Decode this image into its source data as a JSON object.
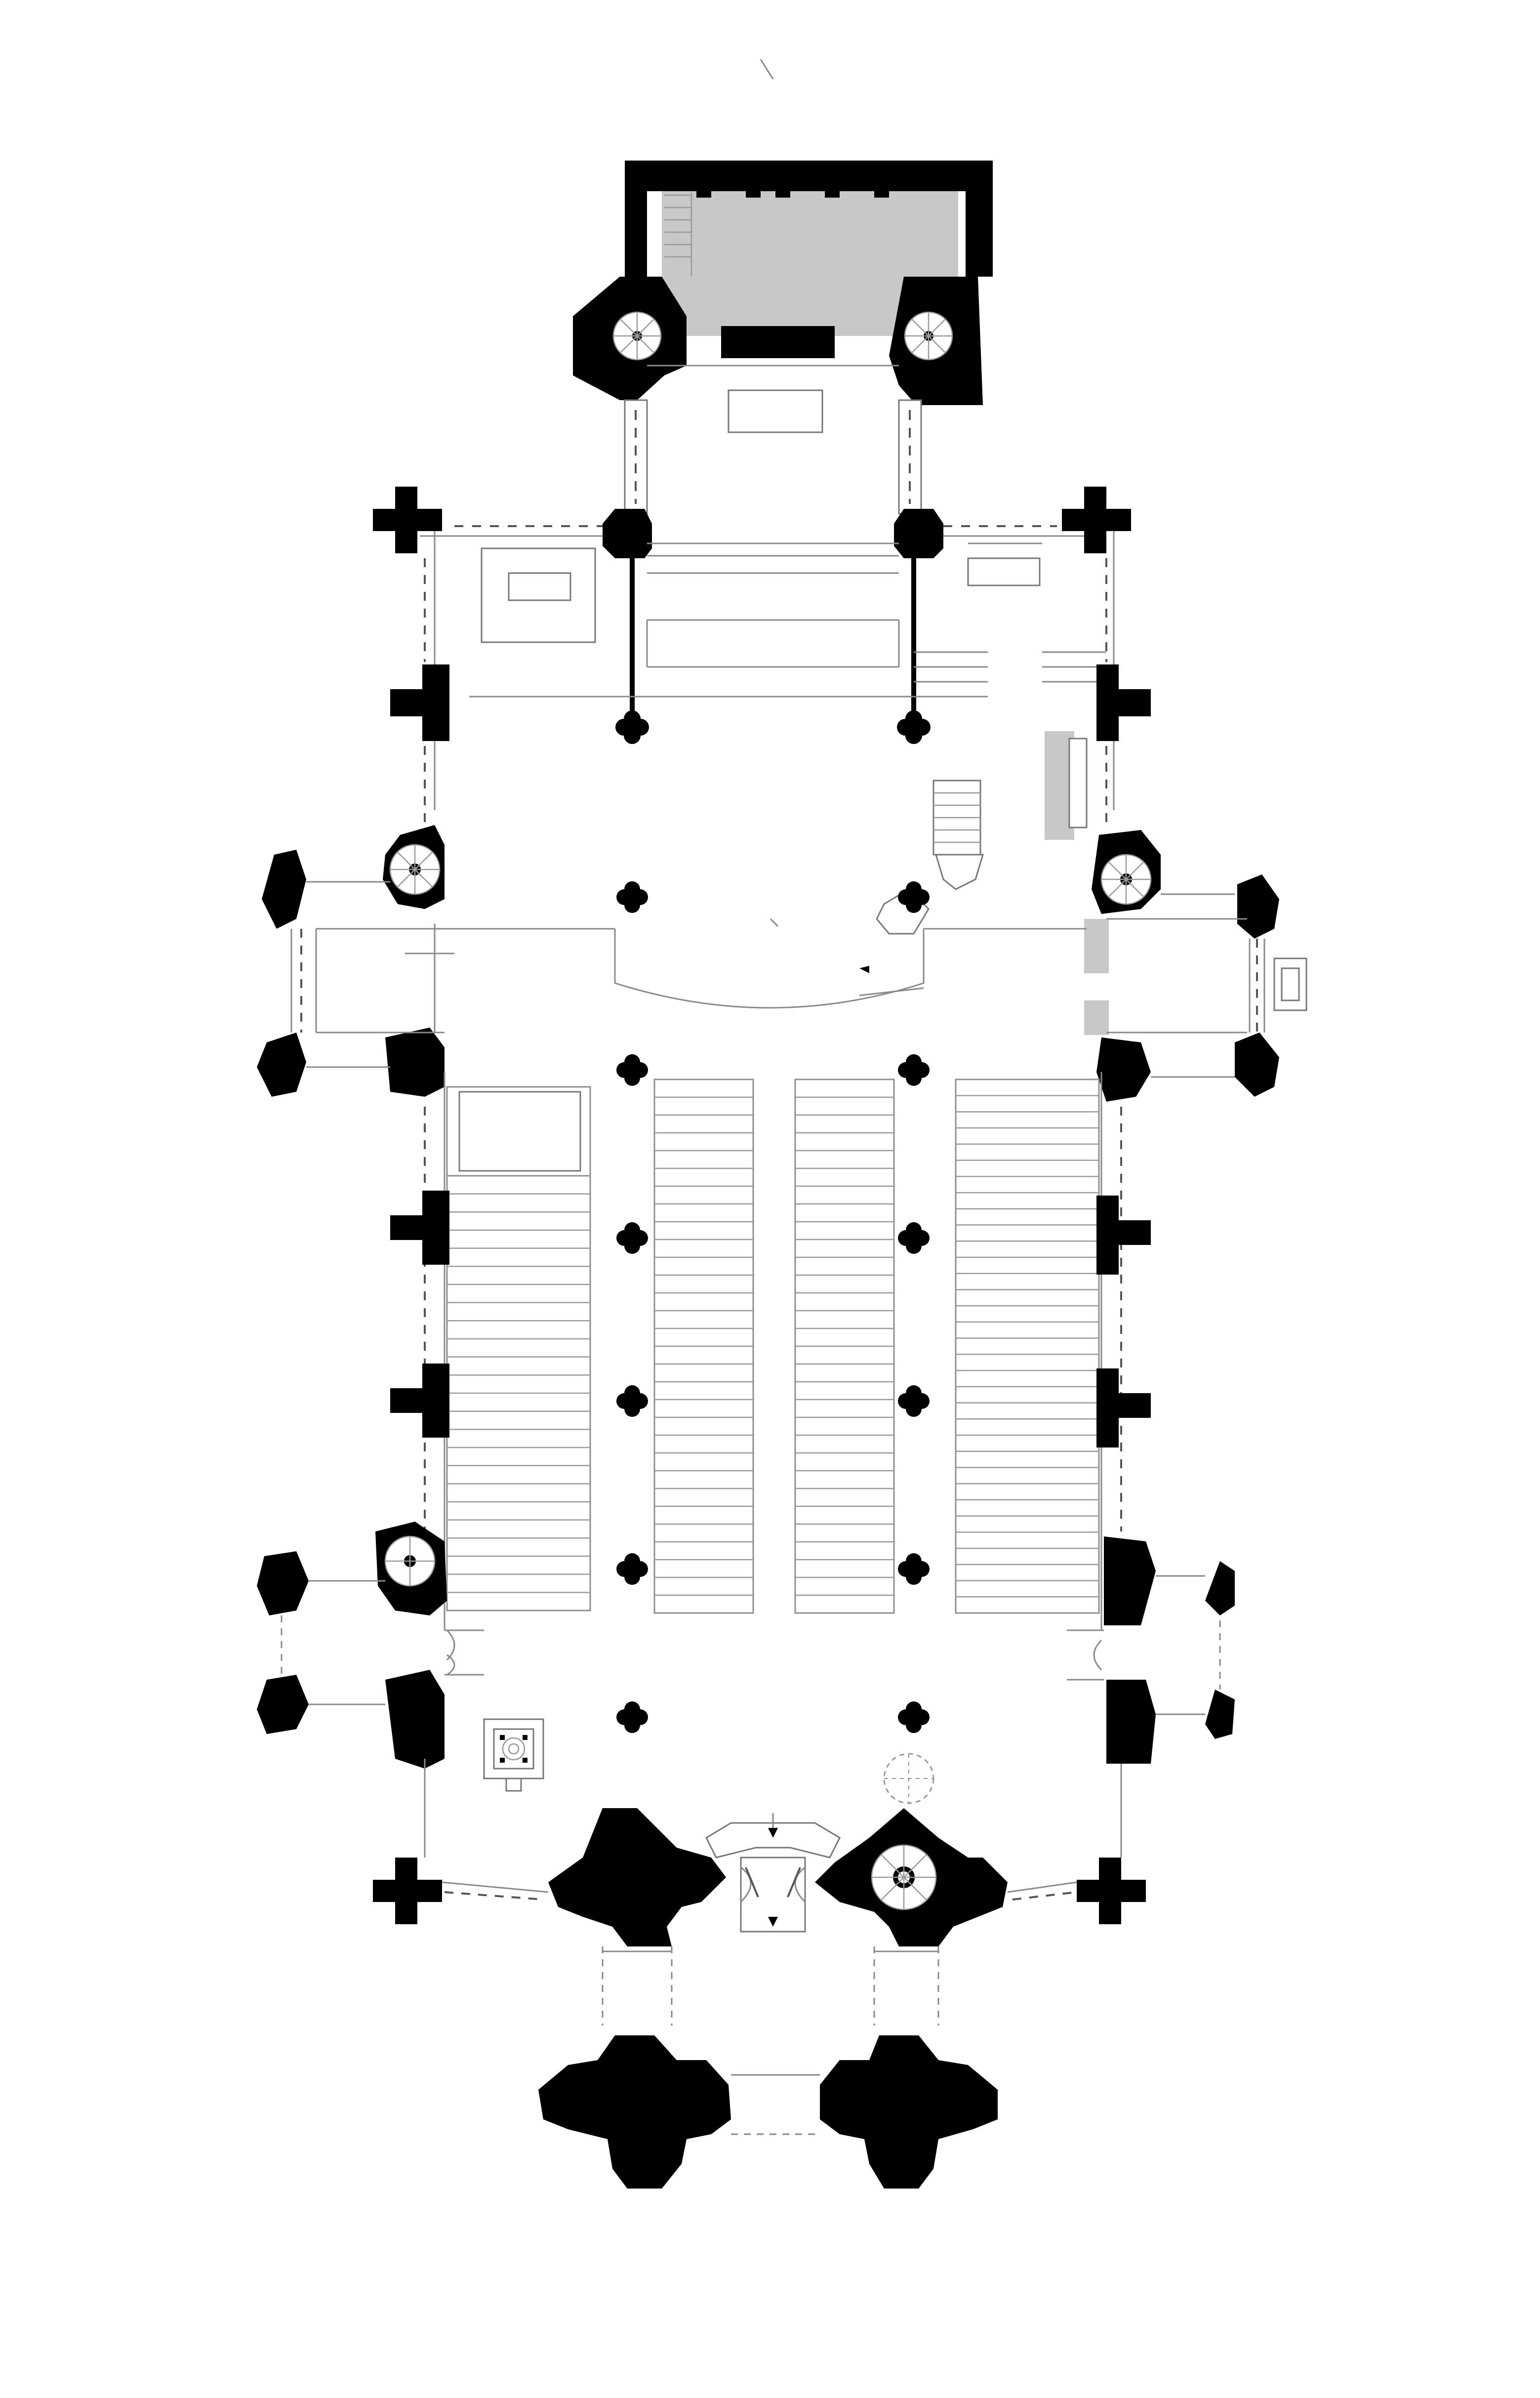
{
  "plan": {
    "colors": {
      "structure": "#000000",
      "shaded": "#c8c8c8",
      "linework": "#8a8a8a",
      "background": "#ffffff"
    },
    "pew_blocks": {
      "north_aisle": {
        "rows": 24
      },
      "nave_left": {
        "rows": 30
      },
      "nave_right": {
        "rows": 30
      },
      "south_aisle": {
        "rows": 33
      }
    }
  }
}
